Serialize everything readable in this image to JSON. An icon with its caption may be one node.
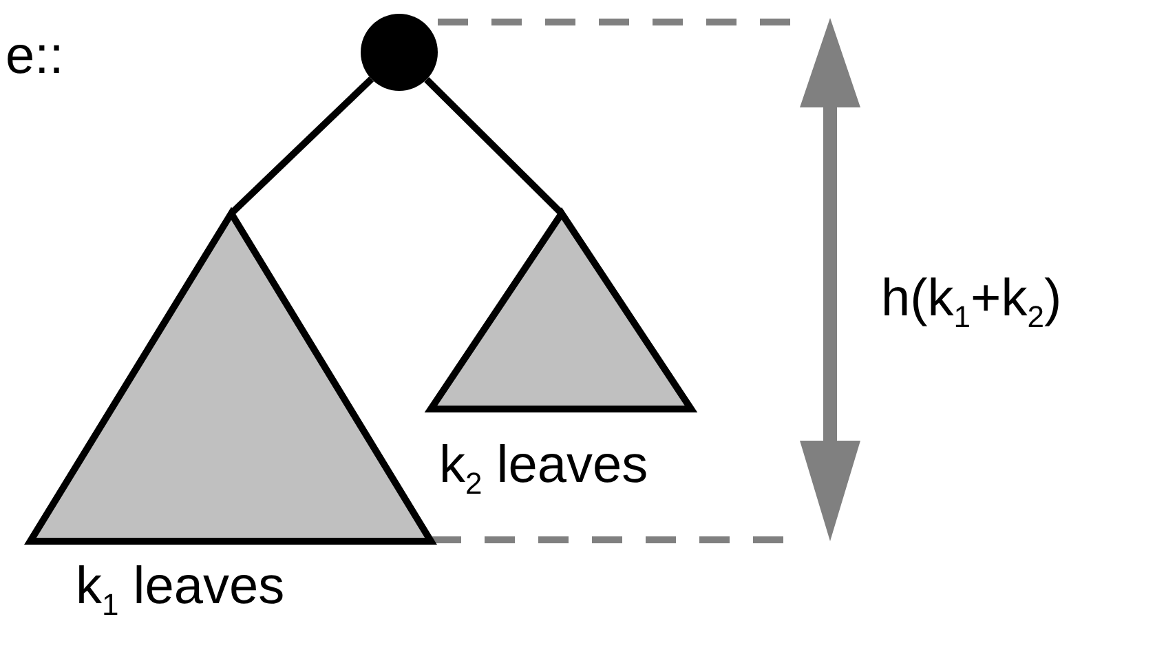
{
  "diagram": {
    "nodes": [
      {
        "text": [],
        "shape": "circle"
      },
      {
        "text": [
          "k$_{1}$ leaves"
        ]
      },
      {
        "text": [
          "k$_{2}$ leaves"
        ]
      }
    ],
    "edges": [
      {
        "from": 0,
        "to": 1,
        "arrow": "none"
      },
      {
        "from": 0,
        "to": 2,
        "arrow": "none"
      }
    ],
    "labels": [
      "e::",
      "h(k$_{1}$+k$_{2}$)"
    ]
  }
}
